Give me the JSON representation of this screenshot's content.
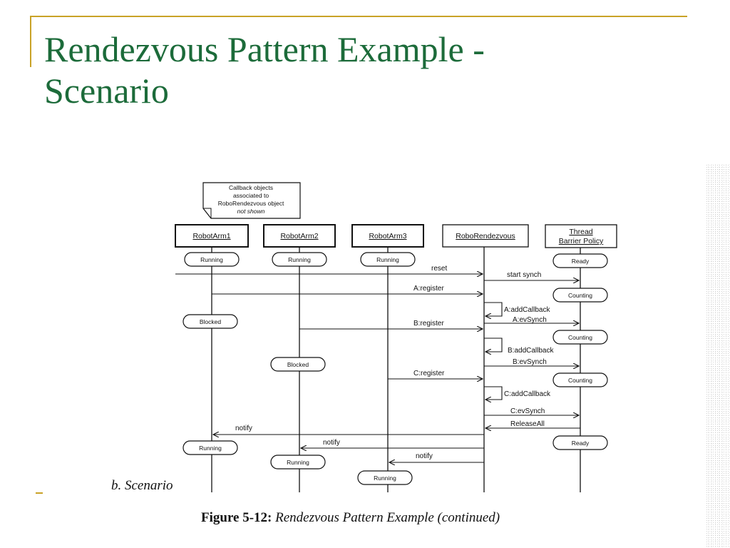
{
  "slide": {
    "title_line1": "Rendezvous Pattern Example -",
    "title_line2": "Scenario",
    "sub_label": "b. Scenario",
    "caption_number": "Figure 5-12:",
    "caption_text": "Rendezvous Pattern Example (continued)"
  },
  "colors": {
    "title": "#1c6b3a",
    "accent": "#c9a227"
  },
  "diagram": {
    "note": [
      "Callback objects",
      "associated to",
      "RoboRendezvous object",
      "not shown"
    ],
    "lifelines": [
      {
        "name": "RobotArm1"
      },
      {
        "name": "RobotArm2"
      },
      {
        "name": "RobotArm3"
      },
      {
        "name": "RoboRendezvous"
      },
      {
        "name": "Thread",
        "name2": "Barrier Policy"
      }
    ],
    "states": {
      "arm1_running": "Running",
      "arm2_running": "Running",
      "arm3_running": "Running",
      "tp_ready": "Ready",
      "tp_counting1": "Counting",
      "arm1_blocked": "Blocked",
      "tp_counting2": "Counting",
      "arm2_blocked": "Blocked",
      "tp_counting3": "Counting",
      "arm1_running2": "Running",
      "tp_ready2": "Ready",
      "arm2_running2": "Running",
      "arm3_running2": "Running"
    },
    "messages": {
      "reset": "reset",
      "start_synch": "start synch",
      "a_register": "A:register",
      "a_addcallback": "A:addCallback",
      "a_evsynch": "A:evSynch",
      "b_register": "B:register",
      "b_addcallback": "B:addCallback",
      "b_evsynch": "B:evSynch",
      "c_register": "C:register",
      "c_addcallback": "C:addCallback",
      "c_evsynch": "C:evSynch",
      "releaseall": "ReleaseAll",
      "notify1": "notify",
      "notify2": "notify",
      "notify3": "notify"
    }
  }
}
